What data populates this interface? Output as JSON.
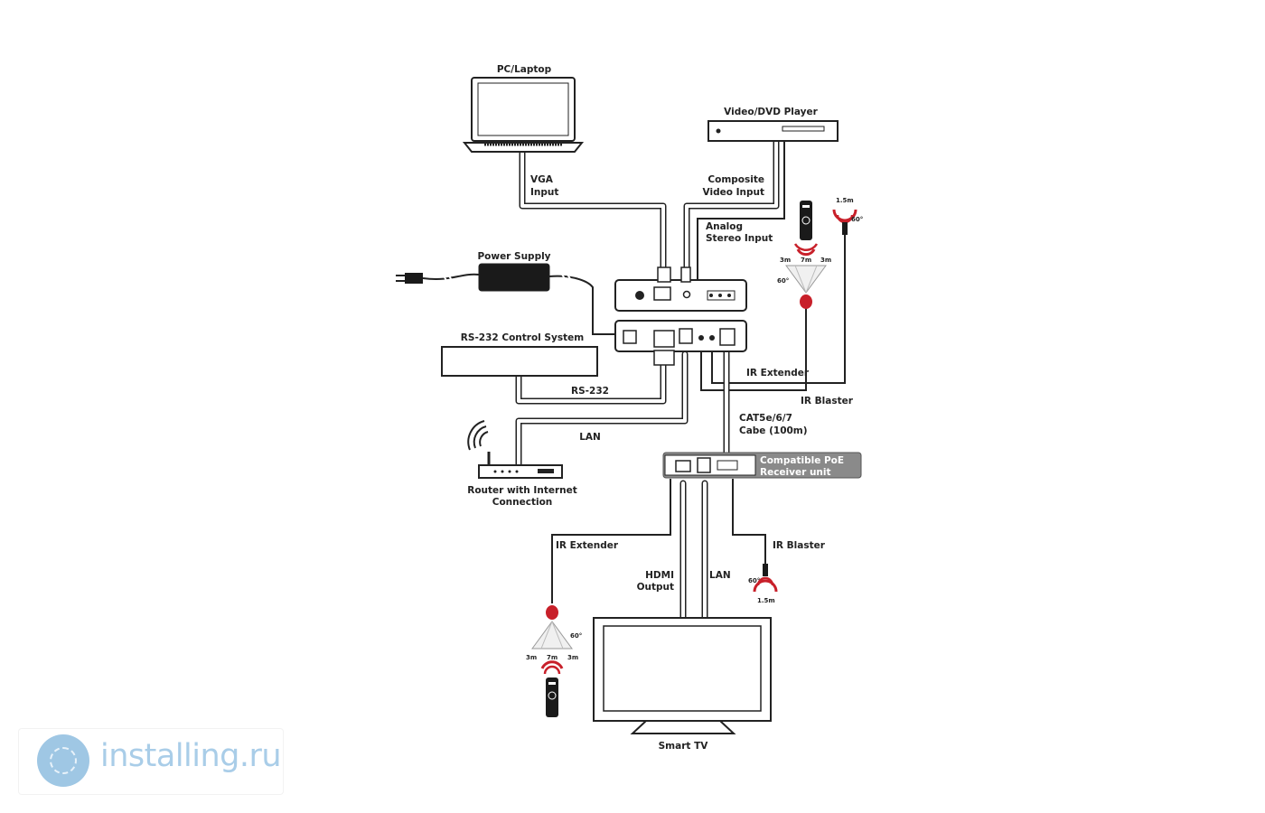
{
  "labels": {
    "pc_laptop": "PC/Laptop",
    "video_dvd_player": "Video/DVD Player",
    "vga_input_1": "VGA",
    "vga_input_2": "Input",
    "composite_1": "Composite",
    "composite_2": "Video Input",
    "analog_1": "Analog",
    "analog_2": "Stereo Input",
    "power_supply": "Power Supply",
    "rs232_control_system": "RS-232 Control System",
    "rs232": "RS-232",
    "lan_top": "LAN",
    "router_1": "Router with Internet",
    "router_2": "Connection",
    "ir_extender_top": "IR Extender",
    "ir_blaster_top": "IR Blaster",
    "cat_1": "CAT5e/6/7",
    "cat_2": "Cabe (100m)",
    "receiver_1": "Compatible PoE",
    "receiver_2": "Receiver unit",
    "ir_extender_bottom": "IR Extender",
    "ir_blaster_bottom": "IR Blaster",
    "hdmi_1": "HDMI",
    "hdmi_2": "Output",
    "lan_bottom": "LAN",
    "smart_tv": "Smart TV"
  },
  "range_marks": {
    "blaster_top_distance": "1.5m",
    "blaster_top_angle": "60°",
    "extender_top_left": "3m",
    "extender_top_mid": "7m",
    "extender_top_right": "3m",
    "extender_top_angle": "60°",
    "blaster_bottom_distance": "1.5m",
    "blaster_bottom_angle": "60°",
    "extender_bottom_left": "3m",
    "extender_bottom_mid": "7m",
    "extender_bottom_right": "3m",
    "extender_bottom_angle": "60°"
  },
  "watermark": {
    "text": "installing.ru"
  },
  "colors": {
    "ir_red": "#c8202a",
    "receiver_fill": "#8a8a8a",
    "line": "#222222",
    "watermark": "#a9cde8"
  }
}
